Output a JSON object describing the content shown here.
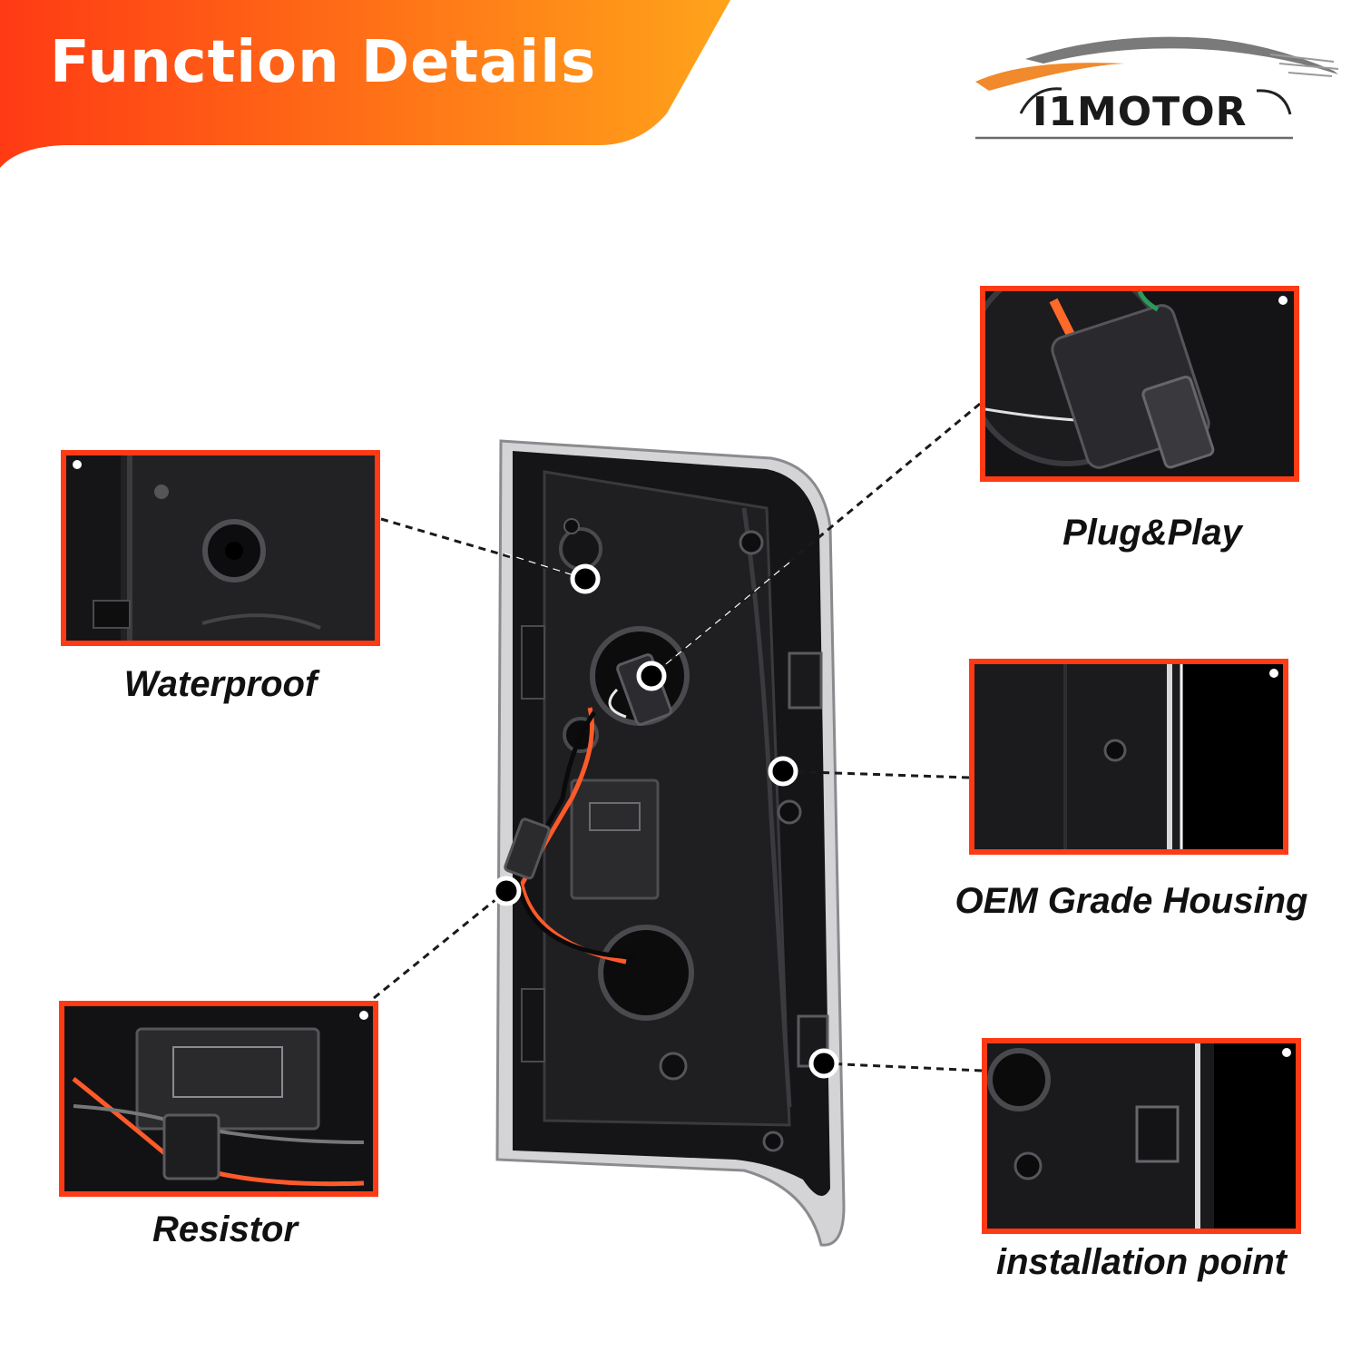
{
  "banner": {
    "title": "Function Details",
    "gradient_start": "#ff3a14",
    "gradient_end": "#ffa41a"
  },
  "logo": {
    "text": "I1MOTOR",
    "swoosh_color": "#f08a2c",
    "body_color": "#7a7a7a"
  },
  "accent_color": "#ff3b16",
  "callouts": [
    {
      "label": "Waterproof",
      "icon": "rubber-grommet-closeup"
    },
    {
      "label": "Resistor",
      "icon": "resistor-closeup"
    },
    {
      "label": "Plug&Play",
      "icon": "connector-plug-closeup"
    },
    {
      "label": "OEM Grade Housing",
      "icon": "housing-edge-closeup"
    },
    {
      "label": "installation point",
      "icon": "mounting-tab-closeup"
    }
  ],
  "product": {
    "icon": "tail-light-back-housing",
    "housing_color": "#151517",
    "chrome_color": "#c9c9cc",
    "wire_color": "#ff5a2a"
  }
}
